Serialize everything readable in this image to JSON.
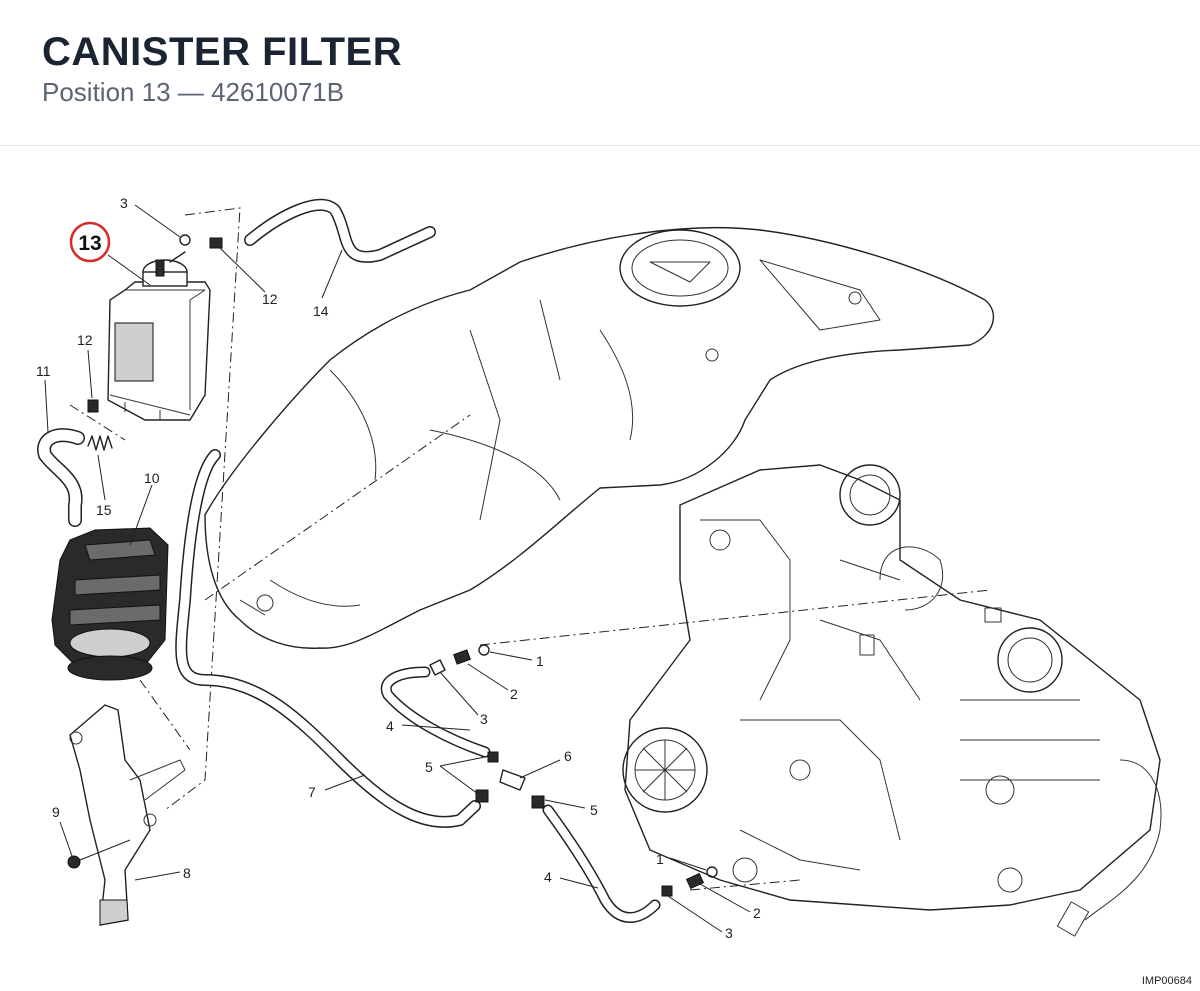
{
  "header": {
    "title": "CANISTER FILTER",
    "subtitle": "Position 13 — 42610071B"
  },
  "highlight": {
    "label": "13",
    "color": "#d62b2b"
  },
  "callouts": {
    "c3_top": "3",
    "c12_top": "12",
    "c14": "14",
    "c12_left": "12",
    "c11": "11",
    "c15": "15",
    "c10": "10",
    "c1_upper": "1",
    "c2_upper": "2",
    "c3_mid": "3",
    "c4_upper": "4",
    "c5_left": "5",
    "c6": "6",
    "c5_right": "5",
    "c7": "7",
    "c9": "9",
    "c8": "8",
    "c1_lower": "1",
    "c4_lower": "4",
    "c2_lower": "2",
    "c3_lower": "3"
  },
  "ref_code": "IMP00684"
}
